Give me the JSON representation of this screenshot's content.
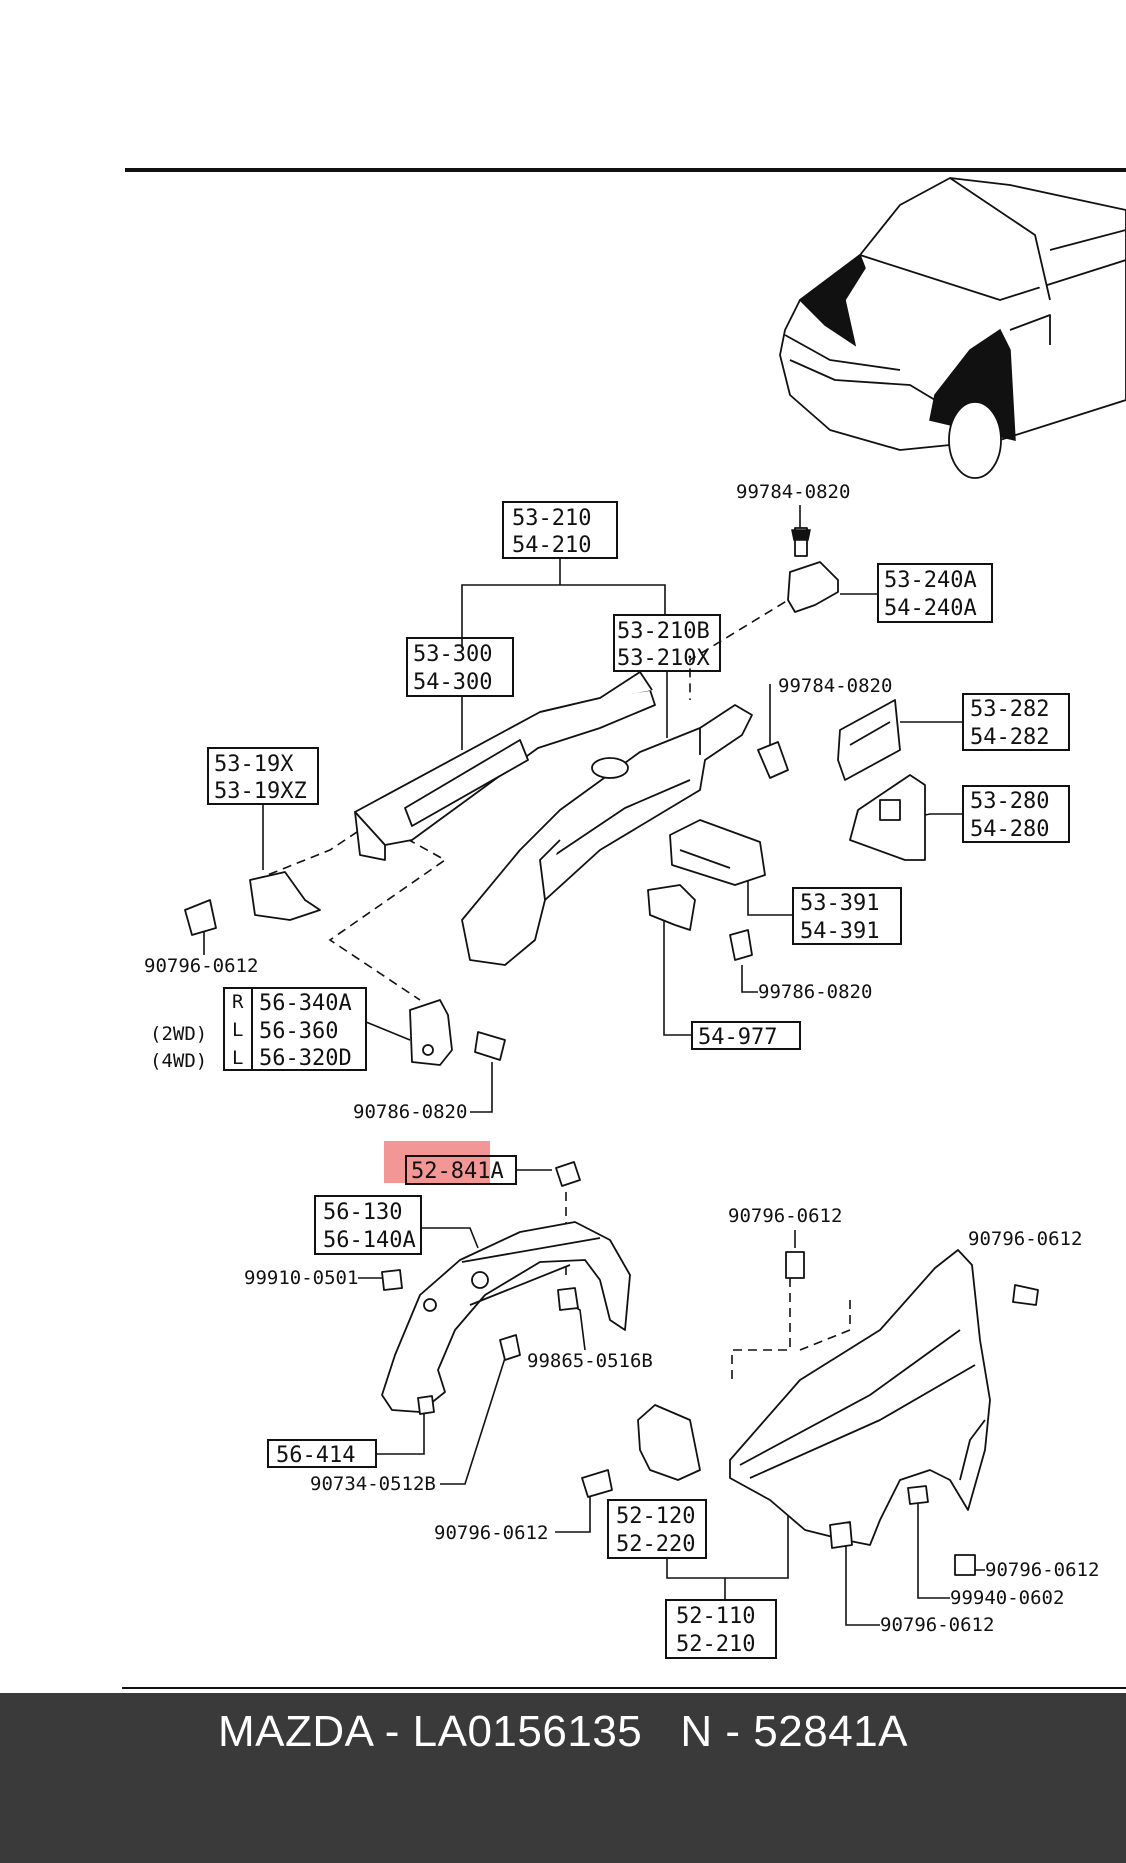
{
  "labels": {
    "l_53_210": "53-210",
    "l_54_210": "54-210",
    "l_53_210b": "53-210B",
    "l_53_210x": "53-210X",
    "l_53_300": "53-300",
    "l_54_300": "54-300",
    "l_53_19x": "53-19X",
    "l_53_19xz": "53-19XZ",
    "l_99784_top": "99784-0820",
    "l_53_240a": "53-240A",
    "l_54_240a": "54-240A",
    "l_99784_mid": "99784-0820",
    "l_53_282": "53-282",
    "l_54_282": "54-282",
    "l_53_280": "53-280",
    "l_54_280": "54-280",
    "l_53_391": "53-391",
    "l_54_391": "54-391",
    "l_99786": "99786-0820",
    "l_54_977": "54-977",
    "l_90796_left": "90796-0612",
    "l_r": "R",
    "l_2wd": "(2WD)",
    "l_4wd": "(4WD)",
    "l_L1": "L",
    "l_L2": "L",
    "l_56_340a": "56-340A",
    "l_56_360": "56-360",
    "l_56_320d": "56-320D",
    "l_90786": "90786-0820",
    "l_52_841a": "52-841A",
    "l_56_130": "56-130",
    "l_56_140a": "56-140A",
    "l_99910": "99910-0501",
    "l_99865": "99865-0516B",
    "l_56_414": "56-414",
    "l_90734": "90734-0512B",
    "l_90796_fender_top": "90796-0612",
    "l_90796_fender_right": "90796-0612",
    "l_90796_bracket": "90796-0612",
    "l_52_120": "52-120",
    "l_52_220": "52-220",
    "l_52_110": "52-110",
    "l_52_210": "52-210",
    "l_90796_bottom_right": "90796-0612",
    "l_99940": "99940-0602",
    "l_90796_bottom": "90796-0612"
  },
  "highlight_color": "#f07878",
  "footer": {
    "text": "MAZDA - LA0156135   N - 52841A"
  }
}
